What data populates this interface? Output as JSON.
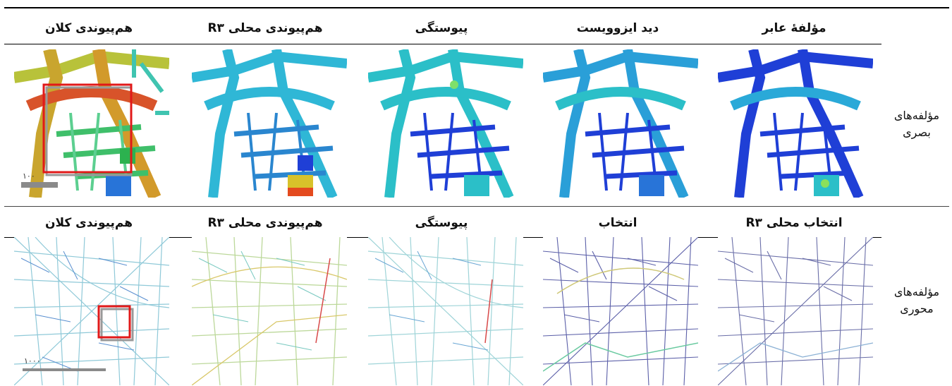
{
  "row1": {
    "label_line1": "مؤلفه‌های",
    "label_line2": "بصری",
    "columns": [
      "هم‌پیوندی کلان",
      "هم‌پیوندی محلی R۳",
      "پیوستگی",
      "دید ایزوویست",
      "مؤلفهٔ عابر"
    ],
    "scale_label": "۱۰۰"
  },
  "row2": {
    "label_line1": "مؤلفه‌های",
    "label_line2": "محوری",
    "columns": [
      "هم‌پیوندی کلان",
      "هم‌پیوندی محلی R۳",
      "پیوستگی",
      "انتخاب",
      "انتخاب محلی R۳"
    ],
    "scale_label": "۱۰۰۰"
  },
  "colors": {
    "street_blue": "#1f3fd6",
    "street_cyan": "#29c6d8",
    "highlight_red": "#e11919",
    "scale_gray": "#8a8a8a"
  }
}
